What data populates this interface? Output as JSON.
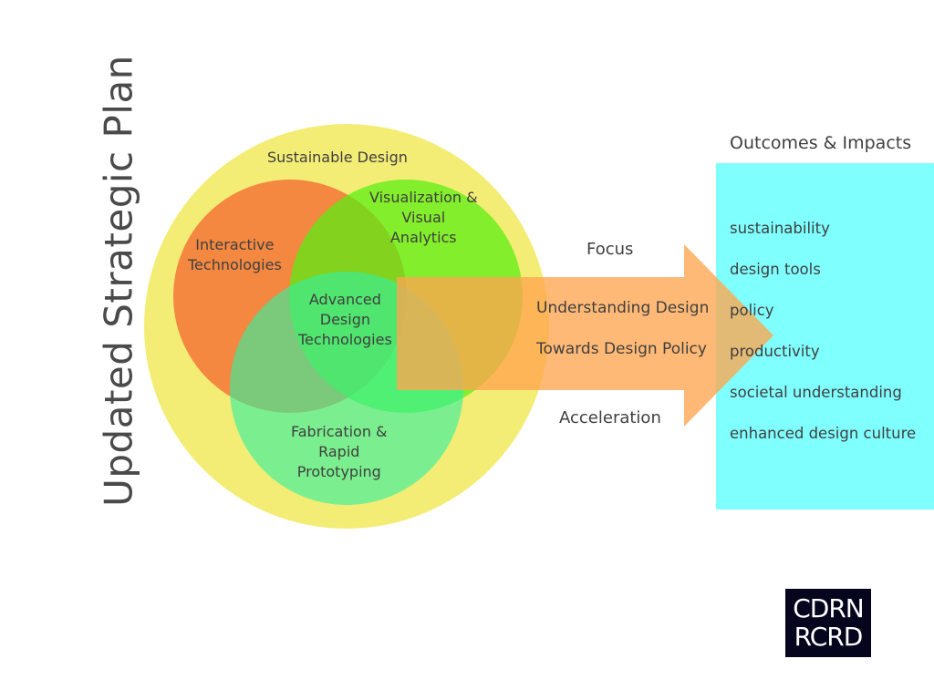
{
  "title": "Updated Strategic Plan",
  "venn": {
    "outer": "Sustainable Design",
    "interactive": [
      "Interactive",
      "Technologies"
    ],
    "visualization": [
      "Visualization &",
      "Visual",
      "Analytics"
    ],
    "advanced": [
      "Advanced",
      "Design",
      "Technologies"
    ],
    "fabrication": [
      "Fabrication &",
      "Rapid",
      "Prototyping"
    ]
  },
  "arrow": {
    "top": "Focus",
    "line1": "Understanding Design",
    "line2": "Towards Design Policy",
    "bottom": "Acceleration"
  },
  "outcomes": {
    "title": "Outcomes & Impacts",
    "items": [
      "sustainability",
      "design tools",
      "policy",
      "productivity",
      "societal understanding",
      "enhanced design culture"
    ]
  },
  "logo": {
    "line1": "CDRN",
    "line2": "RCRD"
  },
  "colors": {
    "outer": "#f2ec6e",
    "interactive": "#f47c3c",
    "visualization": "#6ef02a",
    "fabrication": "#40f2a0",
    "arrow": "#ffa54f",
    "outcomes": "#80ffff",
    "logo_bg": "#05051e"
  }
}
